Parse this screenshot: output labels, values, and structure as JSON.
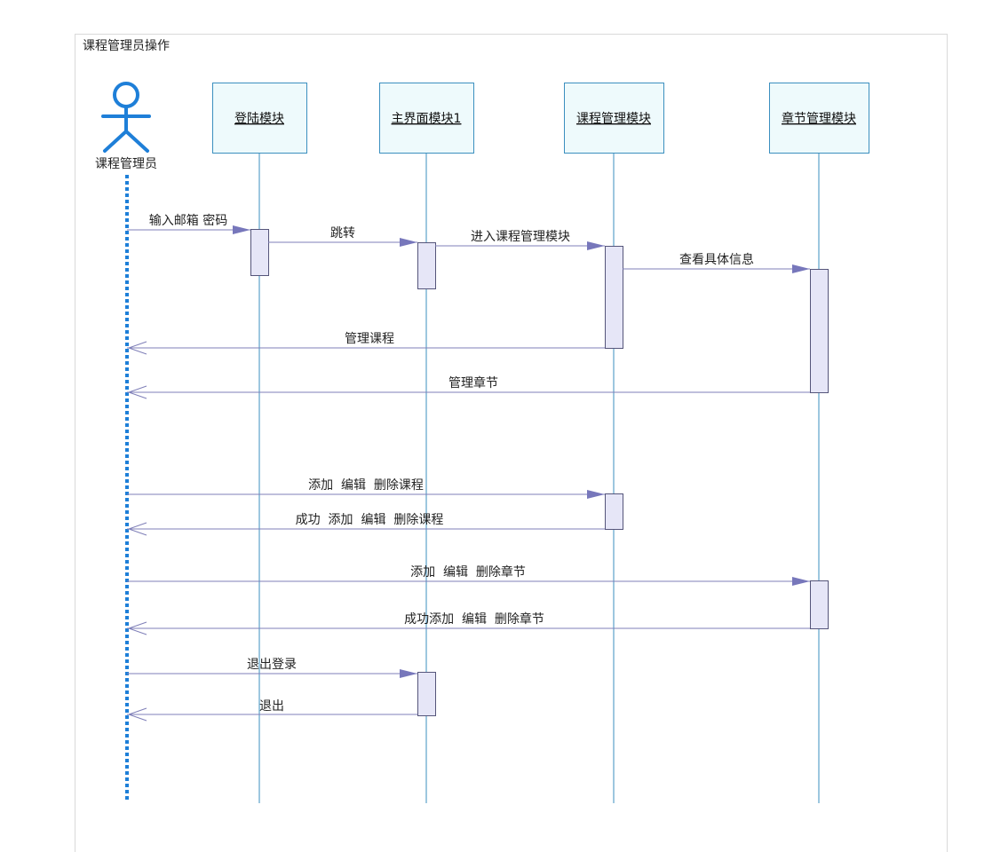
{
  "frame": {
    "title": "课程管理员操作"
  },
  "actor": {
    "name": "课程管理员",
    "icon": "stick-figure-actor-icon",
    "color": "#1e7fd8"
  },
  "colors": {
    "lifeline": "#3b8fbf",
    "box_fill": "#eefafc",
    "box_stroke": "#3b8fbf",
    "activation_fill": "#e6e6f7",
    "activation_stroke": "#55557a",
    "message_line": "#7f7fb8",
    "arrow_head": "#7777bb",
    "frame_border": "#d9d9d9"
  },
  "lifelines": [
    {
      "id": "login",
      "label": "登陆模块"
    },
    {
      "id": "main",
      "label": "主界面模块1"
    },
    {
      "id": "course",
      "label": "课程管理模块"
    },
    {
      "id": "chapter",
      "label": "章节管理模块"
    }
  ],
  "messages": [
    {
      "from": "actor",
      "to": "login",
      "label": "输入邮箱 密码",
      "kind": "call"
    },
    {
      "from": "login",
      "to": "main",
      "label": "跳转",
      "kind": "call"
    },
    {
      "from": "main",
      "to": "course",
      "label": "进入课程管理模块",
      "kind": "call"
    },
    {
      "from": "course",
      "to": "chapter",
      "label": "查看具体信息",
      "kind": "call"
    },
    {
      "from": "course",
      "to": "actor",
      "label": "管理课程",
      "kind": "return"
    },
    {
      "from": "chapter",
      "to": "actor",
      "label": "管理章节",
      "kind": "return"
    },
    {
      "from": "actor",
      "to": "course",
      "label": "添加  编辑  删除课程",
      "kind": "call"
    },
    {
      "from": "course",
      "to": "actor",
      "label": "成功  添加  编辑  删除课程",
      "kind": "return"
    },
    {
      "from": "actor",
      "to": "chapter",
      "label": "添加  编辑  删除章节",
      "kind": "call"
    },
    {
      "from": "chapter",
      "to": "actor",
      "label": "成功添加  编辑  删除章节",
      "kind": "return"
    },
    {
      "from": "actor",
      "to": "main",
      "label": "退出登录",
      "kind": "call"
    },
    {
      "from": "main",
      "to": "actor",
      "label": "退出",
      "kind": "return"
    }
  ]
}
